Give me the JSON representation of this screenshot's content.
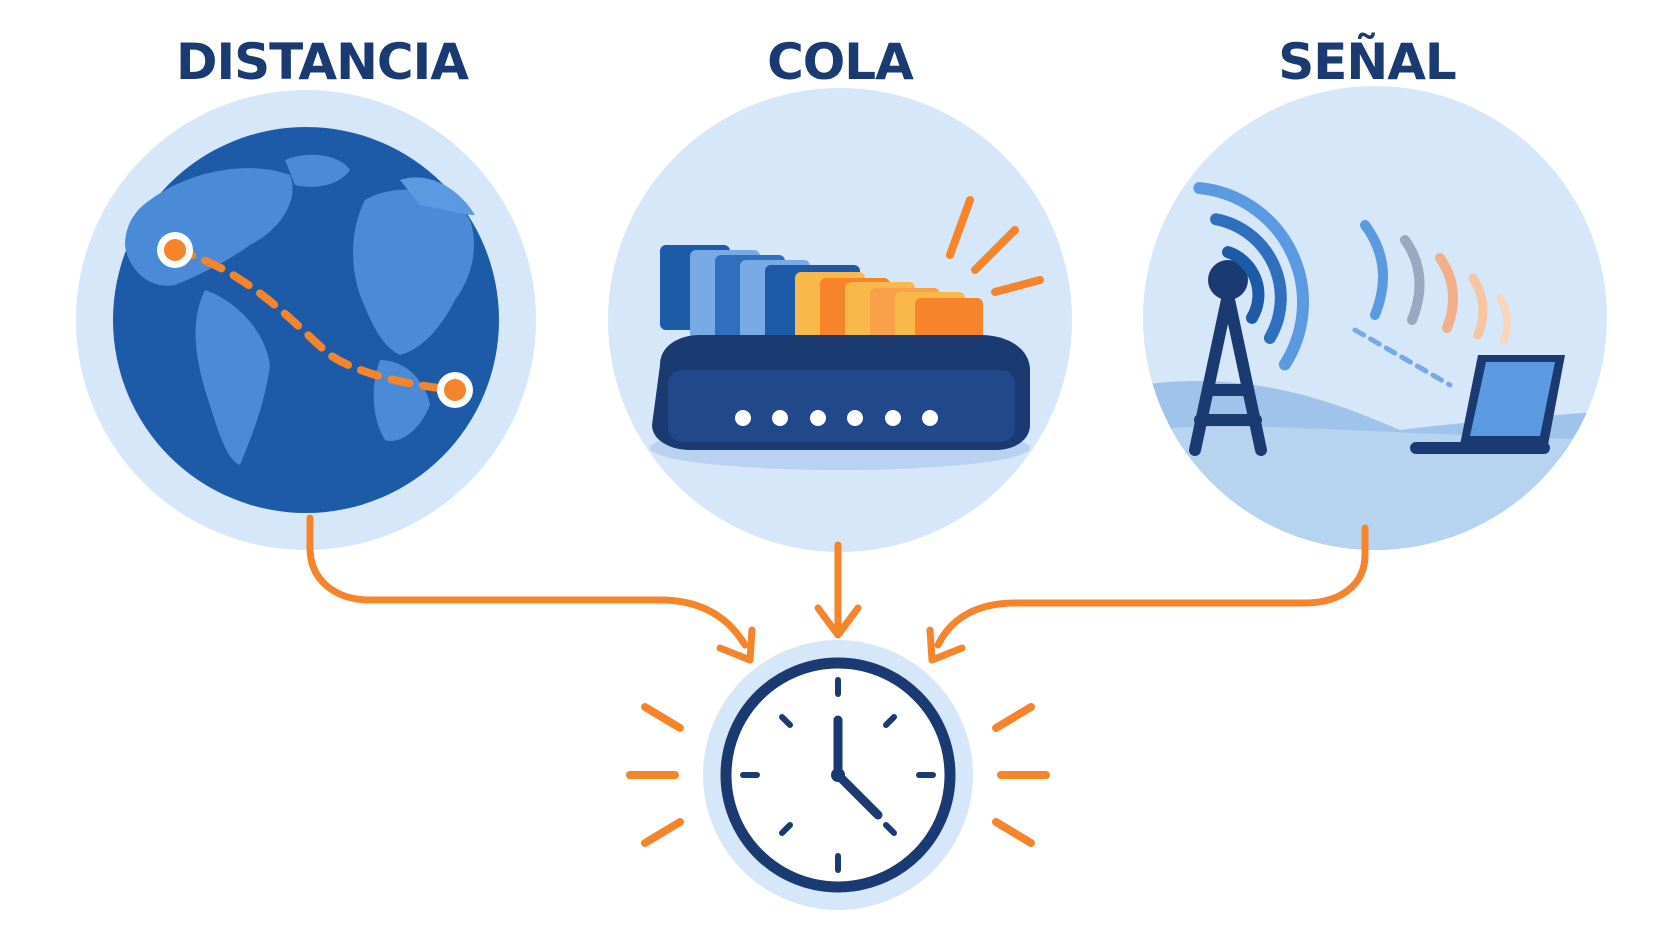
{
  "diagram": {
    "labels": {
      "distance": "DISTANCIA",
      "queue": "COLA",
      "signal": "SEÑAL"
    }
  },
  "colors": {
    "navy": "#1b3a72",
    "blue_dark": "#1d4f9a",
    "blue_mid": "#2f6fbe",
    "blue_light": "#5b9ae0",
    "circle_bg": "#d6e7f9",
    "orange": "#f5842a",
    "yellow": "#f9b84a"
  },
  "icons": [
    "globe-icon",
    "router-icon",
    "cell-tower-icon",
    "laptop-icon",
    "clock-icon",
    "arrow-icon"
  ]
}
